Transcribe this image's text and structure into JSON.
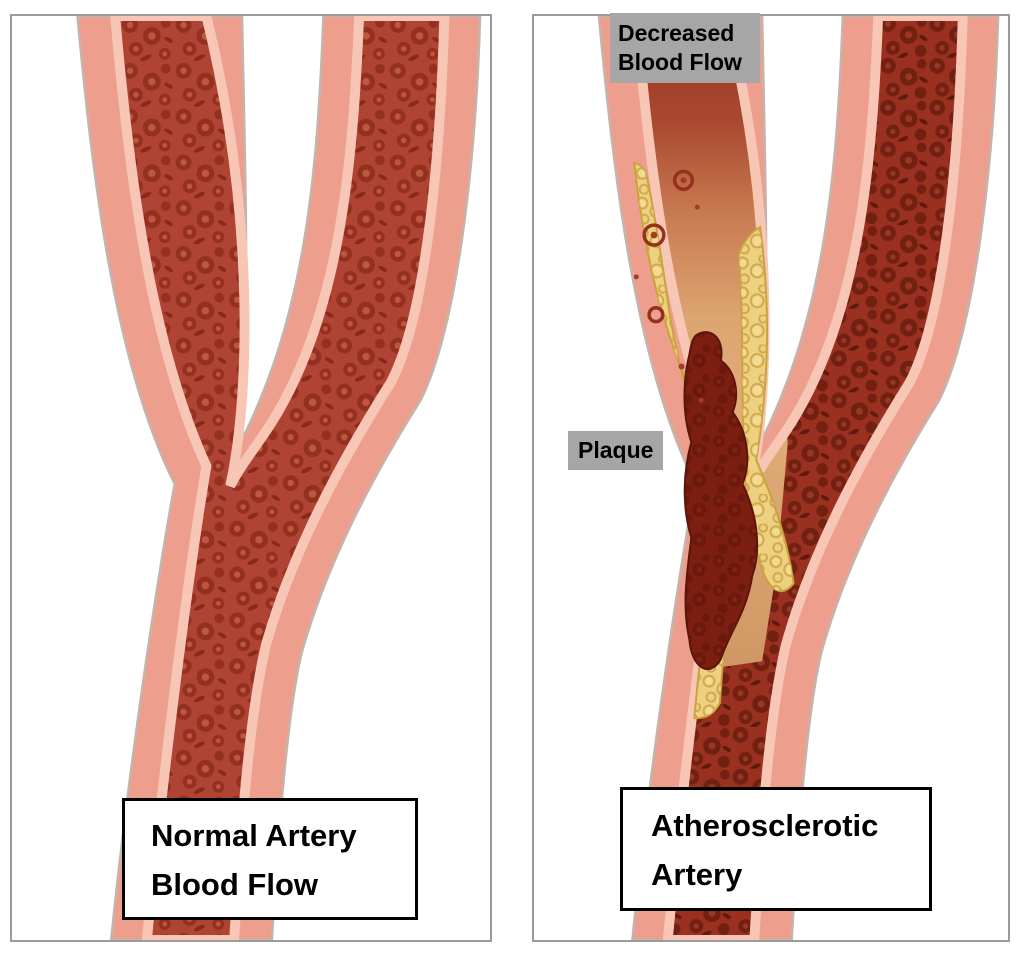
{
  "figure": {
    "type": "medical-comparison-illustration",
    "subject": "Normal artery vs atherosclerotic artery cross-section"
  },
  "panels": {
    "normal": {
      "caption": "Normal Artery Blood Flow"
    },
    "atherosclerotic": {
      "caption": "Atherosclerotic Artery",
      "decreased_flow_label": "Decreased Blood Flow",
      "plaque_label": "Plaque"
    }
  },
  "colors": {
    "panel_border": "#9b9b9b",
    "artery_wall": "#ee9e8d",
    "wall_lining": "#f7c6b5",
    "wall_outline": "#c4b4ac",
    "blood_normal": "#b04434",
    "blood_dark": "#9a3120",
    "plaque": "#edd180",
    "plaque_edge": "#c9a23c",
    "thrombus": "#7c1e10",
    "decreased_flow_tan": "#dca572",
    "label_background": "#a6a6a6",
    "label_text": "#000000",
    "caption_background": "#ffffff",
    "caption_border": "#000000"
  }
}
